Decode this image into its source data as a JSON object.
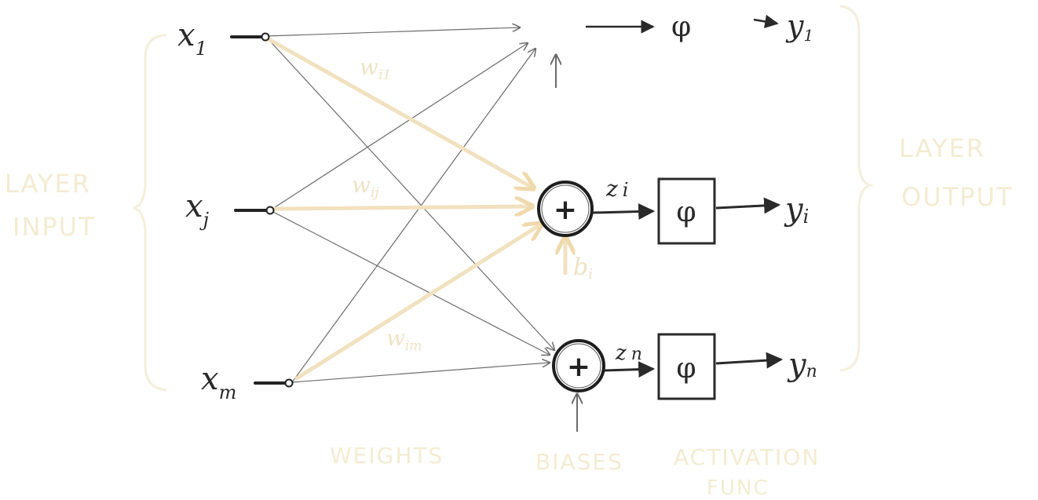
{
  "inputs": {
    "x1": {
      "base": "x",
      "sub": "1"
    },
    "xj": {
      "base": "x",
      "sub": "j"
    },
    "xm": {
      "base": "x",
      "sub": "m"
    }
  },
  "outputs": {
    "y1": {
      "base": "y",
      "sub": "1"
    },
    "yi": {
      "base": "y",
      "sub": "i"
    },
    "yn": {
      "base": "y",
      "sub": "n"
    }
  },
  "weights": {
    "w_i1": {
      "base": "w",
      "sub": "i1"
    },
    "w_ij": {
      "base": "w",
      "sub": "ij"
    },
    "w_im": {
      "base": "w",
      "sub": "im"
    }
  },
  "nodes": {
    "sum_symbol": "+",
    "z_i": {
      "base": "z",
      "sub": "i"
    },
    "z_n": {
      "base": "z",
      "sub": "n"
    },
    "b_i": {
      "base": "b",
      "sub": "i"
    },
    "activation_symbol": "φ"
  },
  "labels": {
    "layer_input_line1": "LAYER",
    "layer_input_line2": "INPUT",
    "layer_output_line1": "LAYER",
    "layer_output_line2": "OUTPUT",
    "weights": "WEIGHTS",
    "biases": "BIASES",
    "activation_line1": "ACTIVATION",
    "activation_line2": "FUNC"
  },
  "colors": {
    "ink": "#2a2a2a",
    "thin_line": "#6d6d6d",
    "highlight": "#f2e1bf",
    "faint_text": "#f3ecd2"
  }
}
